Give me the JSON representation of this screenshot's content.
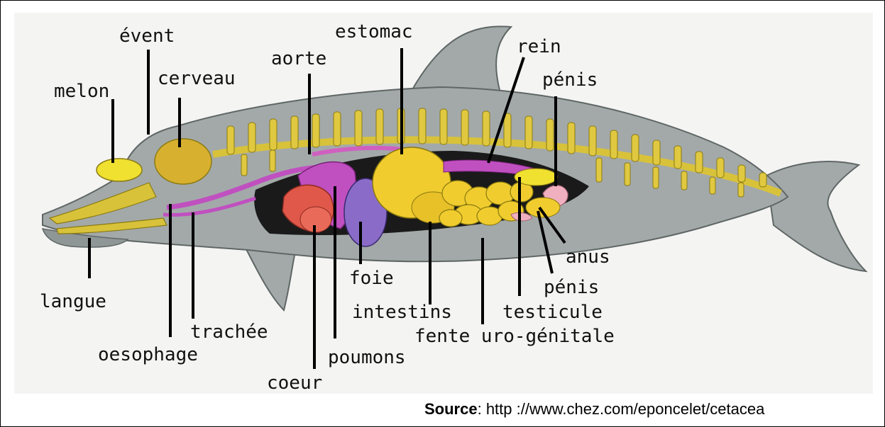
{
  "labels": {
    "melon": "melon",
    "event": "évent",
    "cerveau": "cerveau",
    "aorte": "aorte",
    "estomac": "estomac",
    "rein": "rein",
    "penis_top": "pénis",
    "anus": "anus",
    "penis_bottom": "pénis",
    "testicule": "testicule",
    "fente": "fente uro-génitale",
    "intestins": "intestins",
    "foie": "foie",
    "poumons": "poumons",
    "coeur": "coeur",
    "trachee": "trachée",
    "oesophage": "oesophage",
    "langue": "langue"
  },
  "source": {
    "prefix": "Source",
    "text": ": http ://www.chez.com/eponcelet/cetacea"
  },
  "colors": {
    "body": "#a3a9a9",
    "body_edge": "#5f6666",
    "bone": "#d8c23a",
    "organ_yellow": "#f0cc2e",
    "lung_magenta": "#c050c0",
    "heart_red": "#e0584a",
    "liver_purple": "#8a6cc8",
    "cavity": "#1a1a1a"
  }
}
